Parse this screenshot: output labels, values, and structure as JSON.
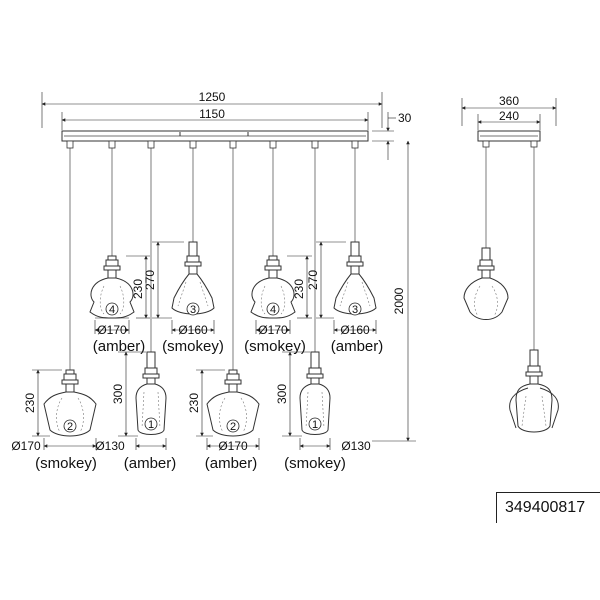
{
  "dimensions": {
    "total_width": "1250",
    "bar_width": "1150",
    "bar_height": "30",
    "total_height": "2000",
    "side_width_outer": "360",
    "side_width_inner": "240"
  },
  "shades": {
    "s1": {
      "number": "1",
      "height": "300",
      "diameter": "Ø130"
    },
    "s2": {
      "number": "2",
      "height": "230",
      "diameter": "Ø170"
    },
    "s3": {
      "number": "3",
      "height": "270",
      "diameter": "Ø160"
    },
    "s4": {
      "number": "4",
      "height": "230",
      "diameter": "Ø170"
    }
  },
  "colors": {
    "amber": "(amber)",
    "smokey": "(smokey)"
  },
  "product_code": "349400817"
}
